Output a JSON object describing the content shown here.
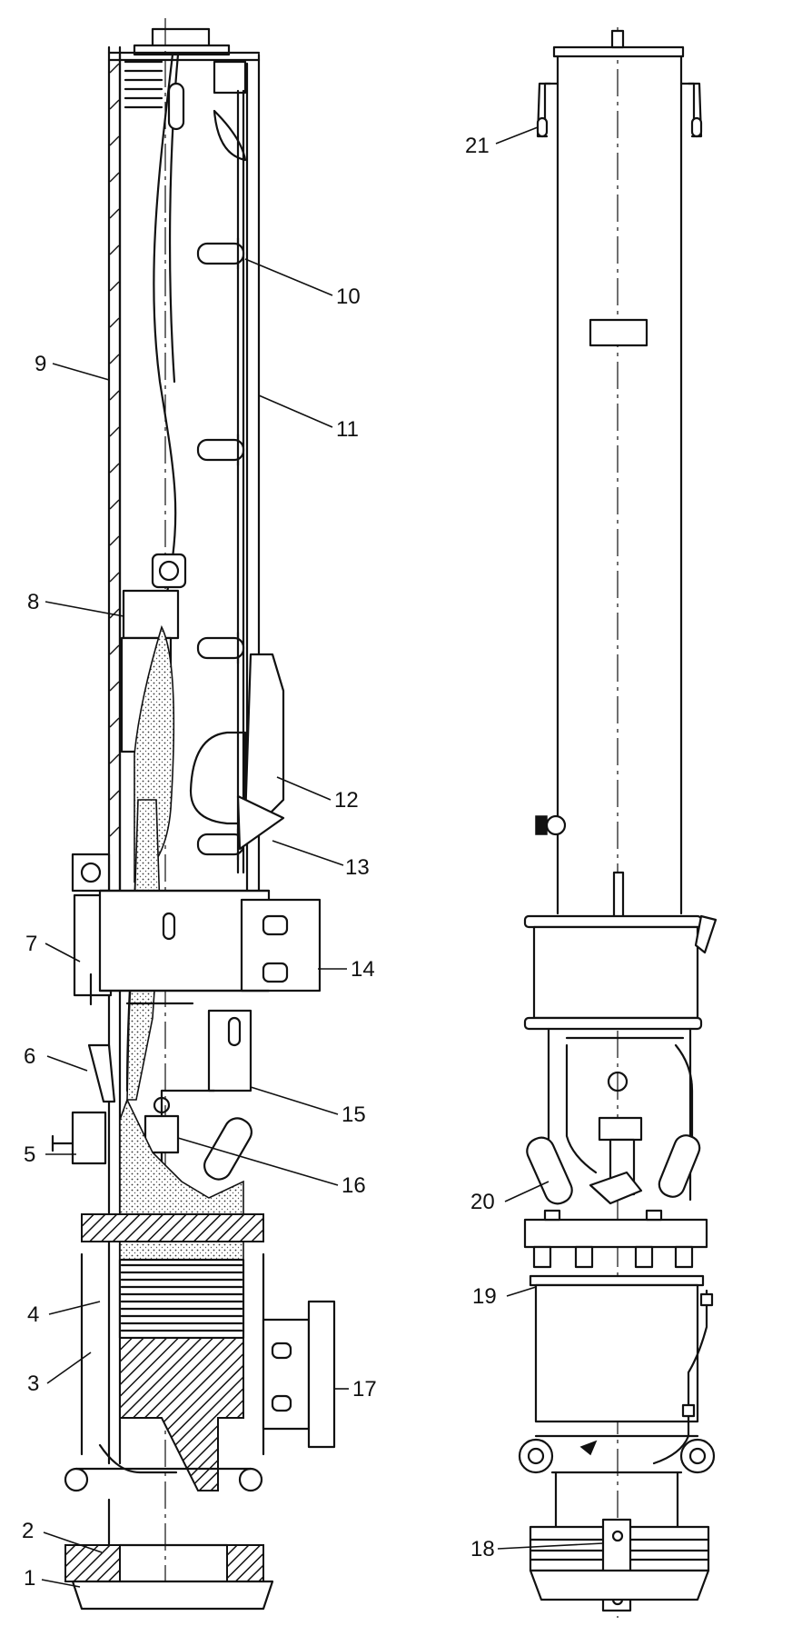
{
  "figure": {
    "callouts": [
      {
        "id": "c1",
        "text": "1"
      },
      {
        "id": "c2",
        "text": "2"
      },
      {
        "id": "c3",
        "text": "3"
      },
      {
        "id": "c4",
        "text": "4"
      },
      {
        "id": "c5",
        "text": "5"
      },
      {
        "id": "c6",
        "text": "6"
      },
      {
        "id": "c7",
        "text": "7"
      },
      {
        "id": "c8",
        "text": "8"
      },
      {
        "id": "c9",
        "text": "9"
      },
      {
        "id": "c10",
        "text": "10"
      },
      {
        "id": "c11",
        "text": "11"
      },
      {
        "id": "c12",
        "text": "12"
      },
      {
        "id": "c13",
        "text": "13"
      },
      {
        "id": "c14",
        "text": "14"
      },
      {
        "id": "c15",
        "text": "15"
      },
      {
        "id": "c16",
        "text": "16"
      },
      {
        "id": "c17",
        "text": "17"
      },
      {
        "id": "c18",
        "text": "18"
      },
      {
        "id": "c19",
        "text": "19"
      },
      {
        "id": "c20",
        "text": "20"
      },
      {
        "id": "c21",
        "text": "21"
      }
    ]
  }
}
